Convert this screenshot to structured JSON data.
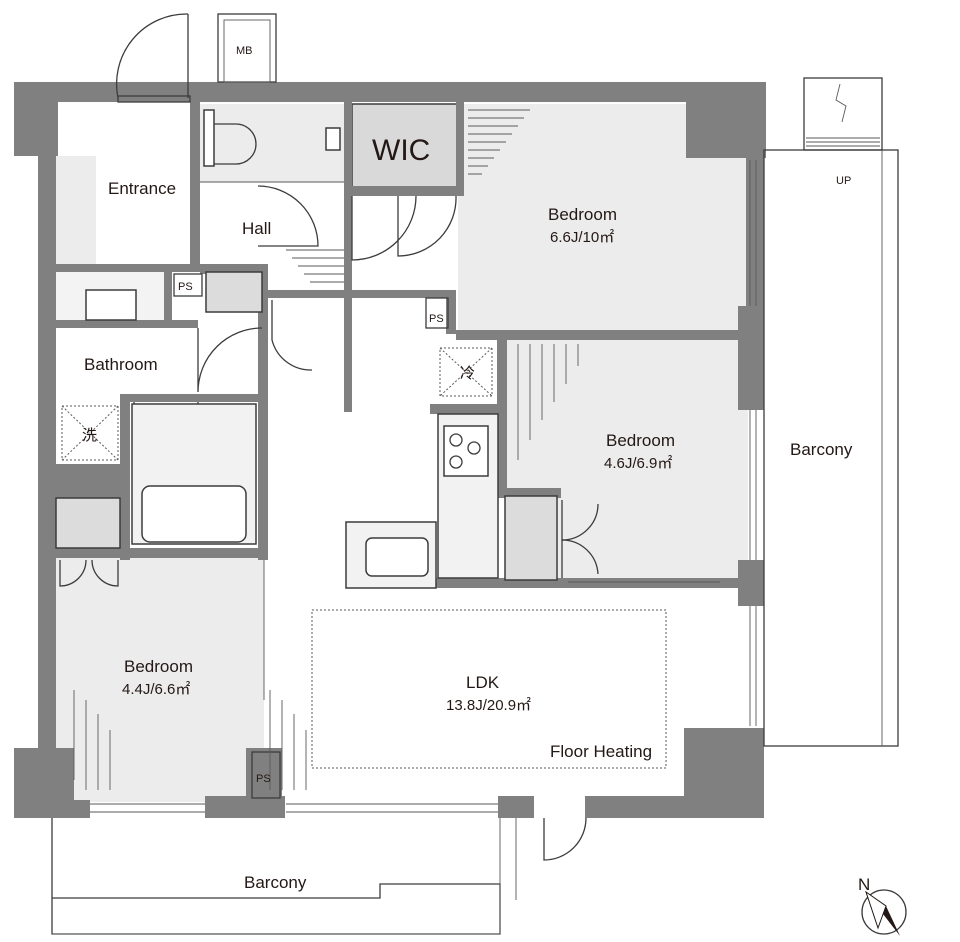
{
  "plan": {
    "rooms": {
      "entrance": {
        "label": "Entrance"
      },
      "hall": {
        "label": "Hall"
      },
      "wic": {
        "label": "WIC"
      },
      "mb": {
        "label": "MB"
      },
      "bedroom_ne": {
        "label": "Bedroom",
        "area": "6.6J/10㎡"
      },
      "bedroom_e": {
        "label": "Bedroom",
        "area": "4.6J/6.9㎡"
      },
      "bedroom_w": {
        "label": "Bedroom",
        "area": "4.4J/6.6㎡"
      },
      "bathroom": {
        "label": "Bathroom"
      },
      "ldk": {
        "label": "LDK",
        "area": "13.8J/20.9㎡",
        "note": "Floor Heating"
      },
      "barcony_east": {
        "label": "Barcony"
      },
      "barcony_south": {
        "label": "Barcony"
      }
    },
    "ps_labels": [
      "PS",
      "PS",
      "PS"
    ],
    "symbols": {
      "washer": "洗",
      "fridge": "冷"
    },
    "stair_label": "UP",
    "compass_label": "N",
    "colors": {
      "wall": "#808080",
      "floor": "#ececec",
      "text": "#231815"
    }
  }
}
